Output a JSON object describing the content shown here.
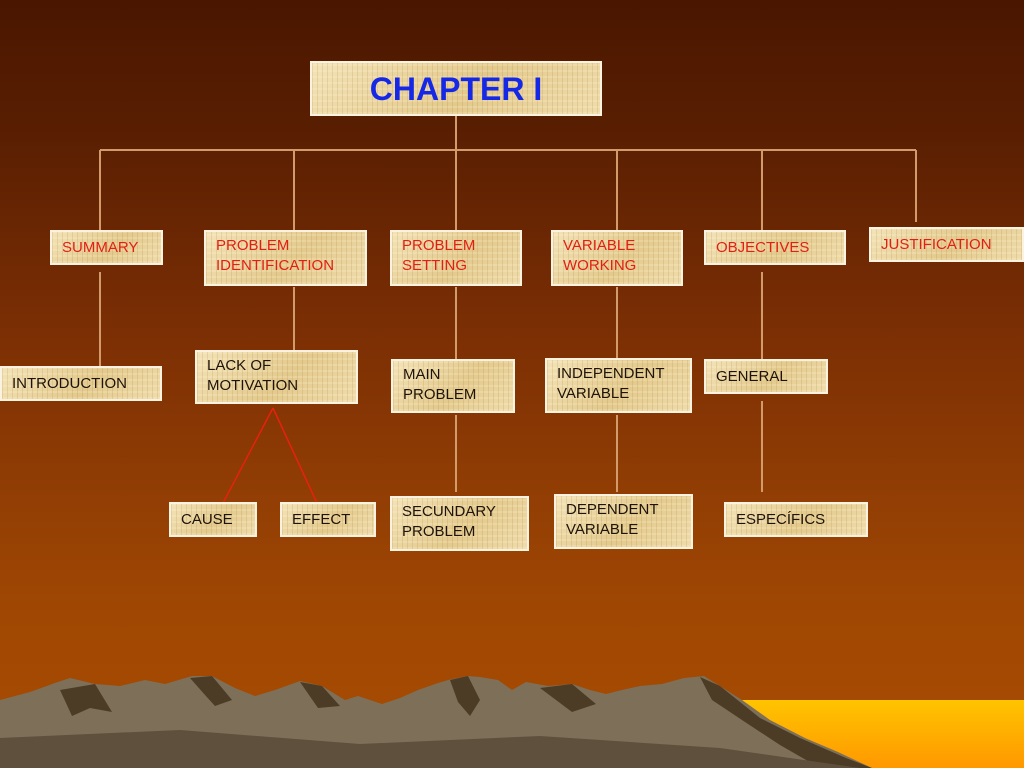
{
  "diagram": {
    "title": "CHAPTER I",
    "level1": {
      "summary": "SUMMARY",
      "problem_identification": [
        "PROBLEM",
        "IDENTIFICATION"
      ],
      "problem_setting": [
        "PROBLEM",
        "SETTING"
      ],
      "variable_working": [
        "VARIABLE",
        "WORKING"
      ],
      "objectives": "OBJECTIVES",
      "justification": "JUSTIFICATION"
    },
    "level2": {
      "introduction": "INTRODUCTION",
      "lack_of_motivation": [
        "LACK OF",
        "MOTIVATION"
      ],
      "main_problem": [
        "MAIN",
        "PROBLEM"
      ],
      "independent_variable": [
        "INDEPENDENT",
        "VARIABLE"
      ],
      "general": "GENERAL"
    },
    "level3": {
      "cause": "CAUSE",
      "effect": "EFFECT",
      "secundary_problem": [
        "SECUNDARY",
        "PROBLEM"
      ],
      "dependent_variable": [
        "DEPENDENT",
        "VARIABLE"
      ],
      "especifics": "ESPECÍFICS"
    },
    "colors": {
      "title_text": "#1428e6",
      "level1_text": "#e21f12",
      "other_text": "#1e1308",
      "connector": "#d39a6a",
      "cause_effect_connector": "#e8200f",
      "box_fill": "#ecd8a4",
      "box_border": "#fbf3e0",
      "background_top": "#4a1600",
      "background_bottom": "#a84c02",
      "horizon": "#ffc400",
      "mountains": "#7d6f58"
    }
  }
}
